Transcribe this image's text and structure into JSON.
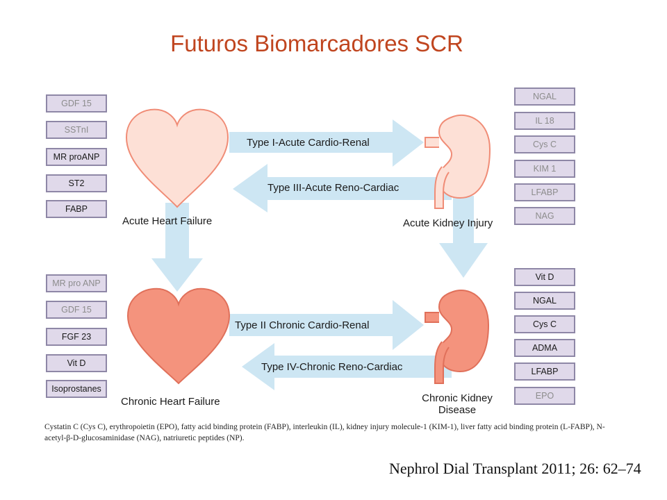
{
  "title": "Futuros Biomarcadores SCR",
  "left_top_boxes": [
    "GDF 15",
    "SSTnI",
    "MR proANP",
    "ST2",
    "FABP"
  ],
  "left_bottom_boxes": [
    "MR pro ANP",
    "GDF 15",
    "FGF 23",
    "Vit D",
    "Isoprostanes"
  ],
  "right_top_boxes": [
    "NGAL",
    "IL 18",
    "Cys C",
    "KIM 1",
    "LFABP",
    "NAG"
  ],
  "right_bottom_boxes": [
    "Vit D",
    "NGAL",
    "Cys C",
    "ADMA",
    "LFABP",
    "EPO"
  ],
  "arrows": {
    "type1": "Type I-Acute Cardio-Renal",
    "type3": "Type III-Acute Reno-Cardiac",
    "type2": "Type II Chronic Cardio-Renal",
    "type4": "Type IV-Chronic Reno-Cardiac"
  },
  "labels": {
    "acute_heart": "Acute Heart Failure",
    "acute_kidney": "Acute Kidney Injury",
    "chronic_heart": "Chronic Heart Failure",
    "chronic_kidney_line1": "Chronic Kidney",
    "chronic_kidney_line2": "Disease"
  },
  "caption": "Cystatin C (Cys C), erythropoietin (EPO), fatty acid binding protein (FABP), interleukin (IL), kidney injury molecule-1 (KIM-1), liver fatty acid binding protein (L-FABP), N-acetyl-β-D-glucosaminidase (NAG), natriuretic peptides (NP).",
  "citation": "Nephrol Dial Transplant 2011; 26: 62–74",
  "colors": {
    "title": "#c0451f",
    "arrow": "#cde6f3",
    "heart_light": "#fde0d6",
    "heart_dark": "#f4937d",
    "kidney_light": "#fde0d6",
    "kidney_dark": "#f4937d",
    "box_fill": "#e0d9ea",
    "box_border": "#8e87a6"
  }
}
